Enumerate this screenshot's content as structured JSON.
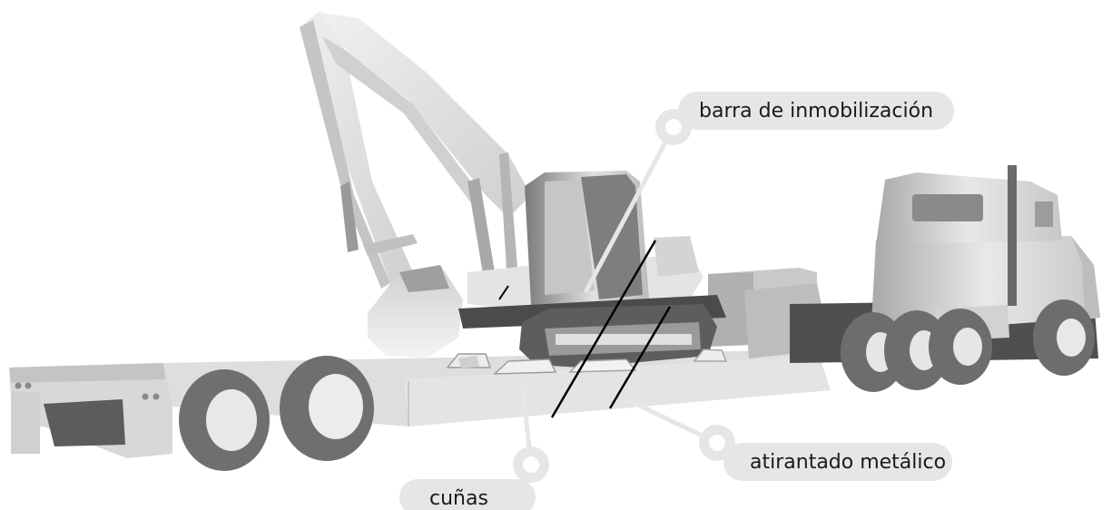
{
  "callouts": {
    "barra": "barra de inmobilización",
    "atirantado": "atirantado metálico",
    "cunas": "cuñas"
  },
  "colors": {
    "background": "#ffffff",
    "pill": "#e6e6e6",
    "light": "#e3e3e3",
    "mid": "#b8b8b8",
    "dark": "#5a5a5a",
    "tire": "#6e6e6e",
    "line": "#000000"
  },
  "icons": [
    "excavator-illustration",
    "truck-illustration",
    "trailer-illustration"
  ]
}
